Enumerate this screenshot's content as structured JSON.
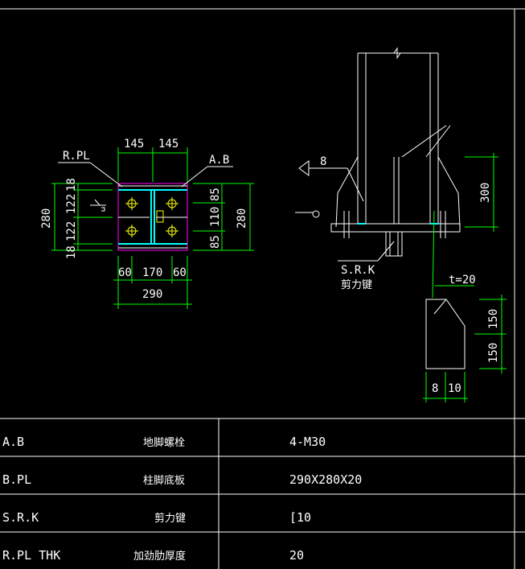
{
  "colors": {
    "background": "#000000",
    "line": "#ffffff",
    "dimension": "#00ff00",
    "steel_section": "#00ffff",
    "base_plate": "#ff00ff",
    "bolt": "#ffff00"
  },
  "plan_view": {
    "top_dims": [
      "145",
      "145"
    ],
    "left_dims": [
      "18",
      "122",
      "122",
      "18"
    ],
    "left_total": "280",
    "right_dims": [
      "85",
      "110",
      "85"
    ],
    "right_total": "280",
    "bottom_dims": [
      "60",
      "170",
      "60"
    ],
    "bottom_total": "290",
    "leader_rpl": "R.PL",
    "leader_ab": "A.B"
  },
  "elevation_view": {
    "weld_size": "8",
    "stiffener_height": "300",
    "shear_key_code": "S.R.K",
    "shear_key_cn": "剪力键"
  },
  "stiffener_detail": {
    "thickness": "t=20",
    "heights": [
      "150",
      "150"
    ],
    "widths": [
      "8",
      "10"
    ]
  },
  "table": {
    "rows": [
      {
        "code": "A.B",
        "name": "地脚螺栓",
        "spec": "4-M30"
      },
      {
        "code": "B.PL",
        "name": "柱脚底板",
        "spec": "290X280X20"
      },
      {
        "code": "S.R.K",
        "name": "剪力键",
        "spec": "[10"
      },
      {
        "code": "R.PL THK",
        "name": "加劲肋厚度",
        "spec": "20"
      }
    ]
  }
}
